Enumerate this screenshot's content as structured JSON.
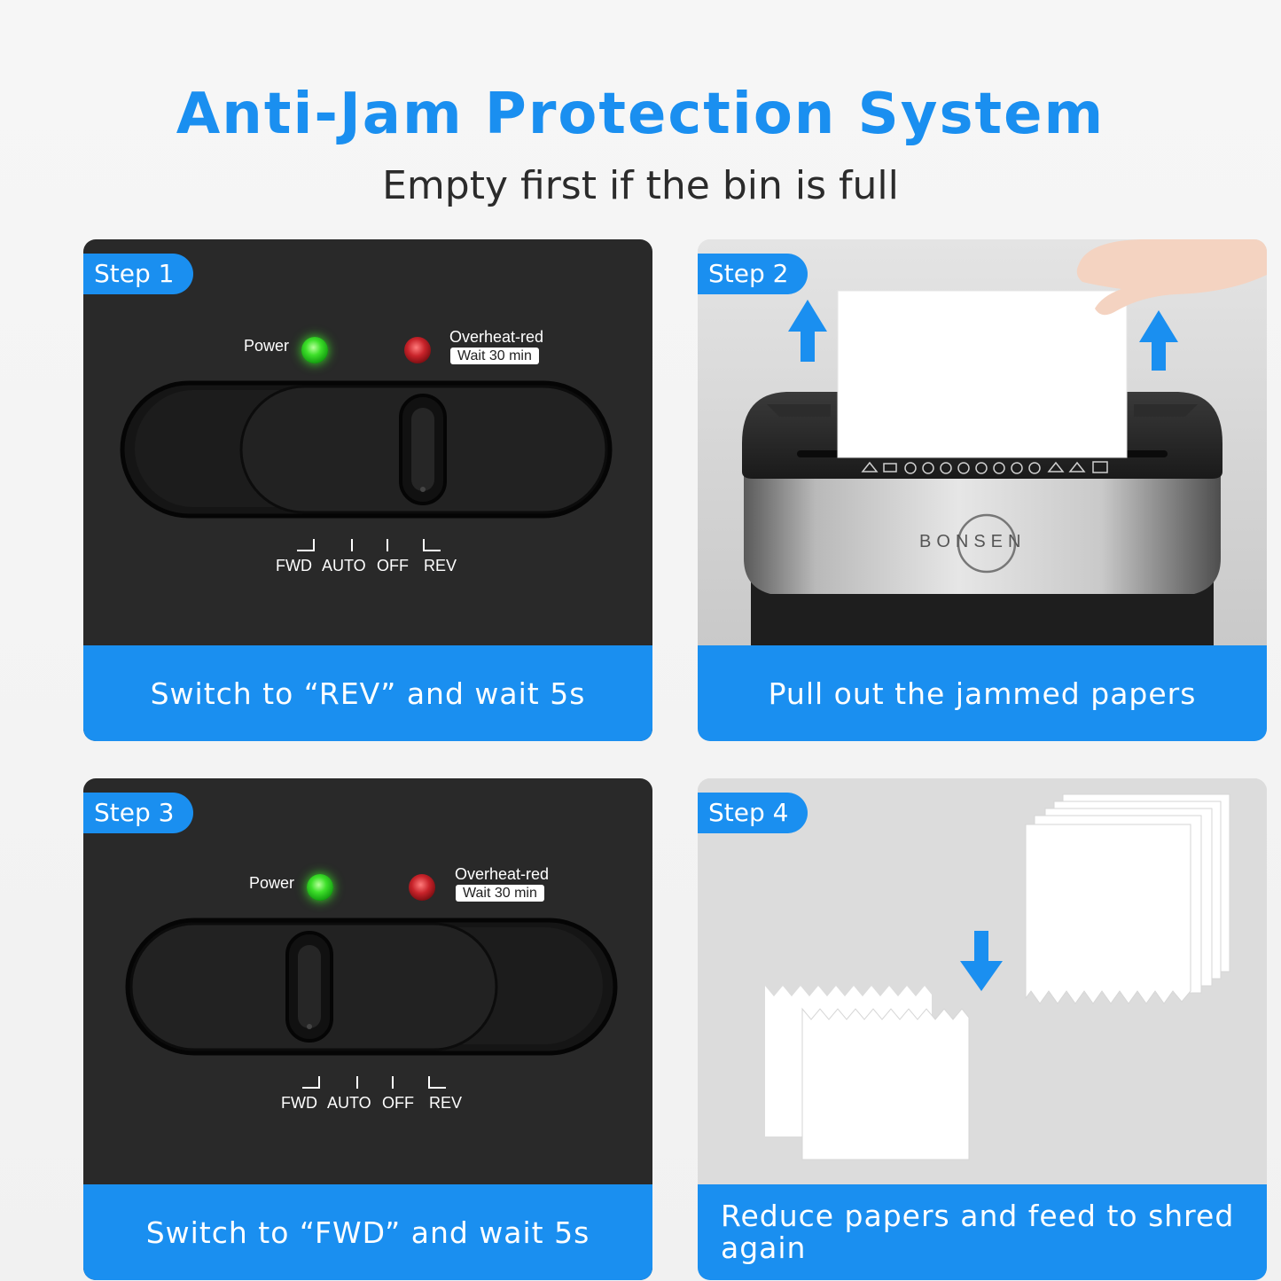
{
  "header": {
    "title": "Anti-Jam Protection System",
    "subtitle": "Empty first if the bin is full"
  },
  "colors": {
    "accent": "#1a8ff0",
    "panel_dark": "#292929",
    "panel_light": "#dadada",
    "led_power": "#3ee02a",
    "led_overheat": "#c8232a"
  },
  "steps": [
    {
      "badge": "Step 1",
      "caption": "Switch to “REV” and wait 5s",
      "power_label": "Power",
      "overheat_label": "Overheat-red",
      "wait_label": "Wait 30 min",
      "modes": [
        "FWD",
        "AUTO",
        "OFF",
        "REV"
      ],
      "slider_position": "REV"
    },
    {
      "badge": "Step 2",
      "caption": "Pull out the jammed papers",
      "brand": "BONSEN"
    },
    {
      "badge": "Step 3",
      "caption": "Switch to “FWD” and wait 5s",
      "power_label": "Power",
      "overheat_label": "Overheat-red",
      "wait_label": "Wait 30 min",
      "modes": [
        "FWD",
        "AUTO",
        "OFF",
        "REV"
      ],
      "slider_position": "FWD"
    },
    {
      "badge": "Step 4",
      "caption_line1": "Reduce papers and feed to shred",
      "caption_line2": "again"
    }
  ]
}
